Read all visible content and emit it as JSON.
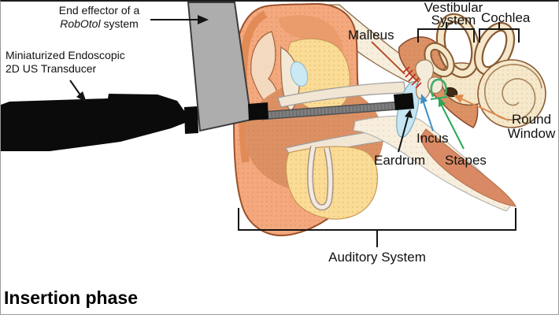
{
  "figure": {
    "phase_label": "Insertion phase"
  },
  "labels": {
    "end_effector_line1": "End effector of a",
    "end_effector_italic": "RobOtol",
    "end_effector_rest": " system",
    "transducer_line1": "Miniaturized Endoscopic",
    "transducer_line2": "2D US Transducer",
    "malleus": "Malleus",
    "vestibular_line1": "Vestibular",
    "vestibular_line2": "System",
    "cochlea": "Cochlea",
    "round_window_line1": "Round",
    "round_window_line2": "Window",
    "incus": "Incus",
    "eardrum": "Eardrum",
    "stapes": "Stapes",
    "auditory_system": "Auditory System"
  },
  "colors": {
    "black_arrow": "#141414",
    "bracket": "#151515",
    "malleus_line": "#b5502c",
    "incus_arrow": "#3e8fc7",
    "stapes_arrow": "#2aa757",
    "round_window_arrow": "#e08a4c"
  }
}
